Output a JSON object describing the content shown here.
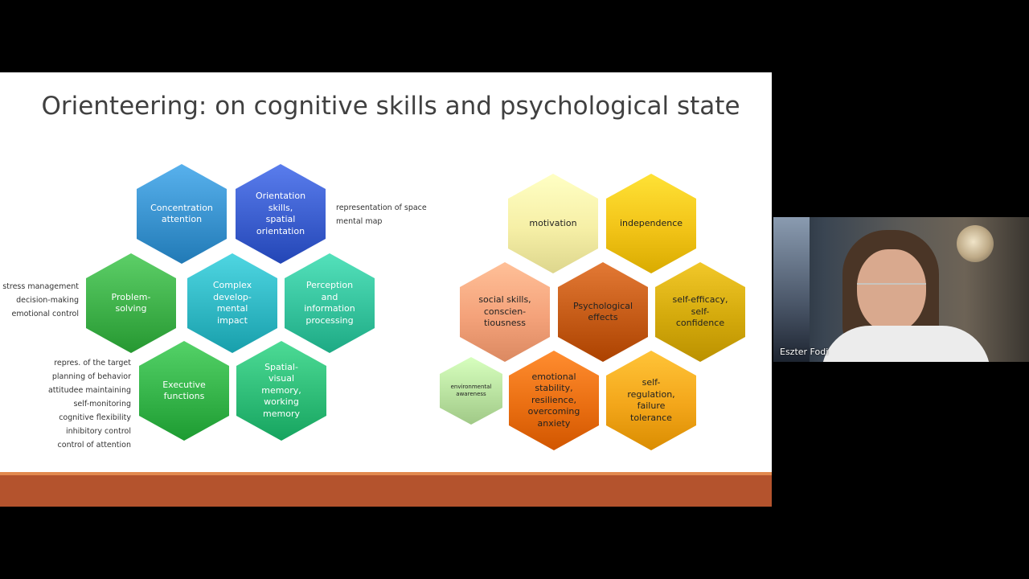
{
  "slide": {
    "title": "Orienteering: on cognitive skills and psychological state",
    "cognitive_hexes": [
      {
        "label": "Concentration\nattention",
        "color": "#3a93cf",
        "text_color": "#ffffff"
      },
      {
        "label": "Orientation\nskills,\nspatial\norientation",
        "color": "#3c5fcf",
        "text_color": "#ffffff"
      },
      {
        "label": "Problem-\nsolving",
        "color": "#3fb14a",
        "text_color": "#ffffff"
      },
      {
        "label": "Complex\ndevelop-\nmental\nimpact",
        "color": "#31b8c4",
        "text_color": "#ffffff"
      },
      {
        "label": "Perception\nand\ninformation\nprocessing",
        "color": "#36c39d",
        "text_color": "#ffffff"
      },
      {
        "label": "Executive\nfunctions",
        "color": "#36b44a",
        "text_color": "#ffffff"
      },
      {
        "label": "Spatial-\nvisual\nmemory,\nworking\nmemory",
        "color": "#2fbd78",
        "text_color": "#ffffff"
      }
    ],
    "psych_hexes": [
      {
        "label": "motivation",
        "color": "#f6efa6",
        "text_color": "#222222"
      },
      {
        "label": "independence",
        "color": "#f2c418",
        "text_color": "#222222"
      },
      {
        "label": "social skills,\nconscien-\ntiousness",
        "color": "#f4a27a",
        "text_color": "#222222"
      },
      {
        "label": "Psychological\neffects",
        "color": "#c55b17",
        "text_color": "#222222"
      },
      {
        "label": "self-efficacy,\nself-\nconfidence",
        "color": "#d4aa0c",
        "text_color": "#222222"
      },
      {
        "label": "environmental\nawareness",
        "color": "#b9e2a0",
        "text_color": "#222222"
      },
      {
        "label": "emotional\nstability,\nresilience,\novercoming\nanxiety",
        "color": "#ea6f12",
        "text_color": "#222222"
      },
      {
        "label": "self-\nregulation,\nfailure\ntolerance",
        "color": "#f3a61a",
        "text_color": "#222222"
      }
    ],
    "note_space": [
      "representation of space",
      "mental map"
    ],
    "note_problem": [
      "stress management",
      "decision-making",
      "emotional control"
    ],
    "note_executive": [
      "repres. of the target",
      "planning of behavior",
      "attitudee maintaining",
      "self-monitoring",
      "cognitive flexibility",
      "inhibitory control",
      "control of attention"
    ]
  },
  "webcam": {
    "participant_name": "Eszter Fodi"
  }
}
